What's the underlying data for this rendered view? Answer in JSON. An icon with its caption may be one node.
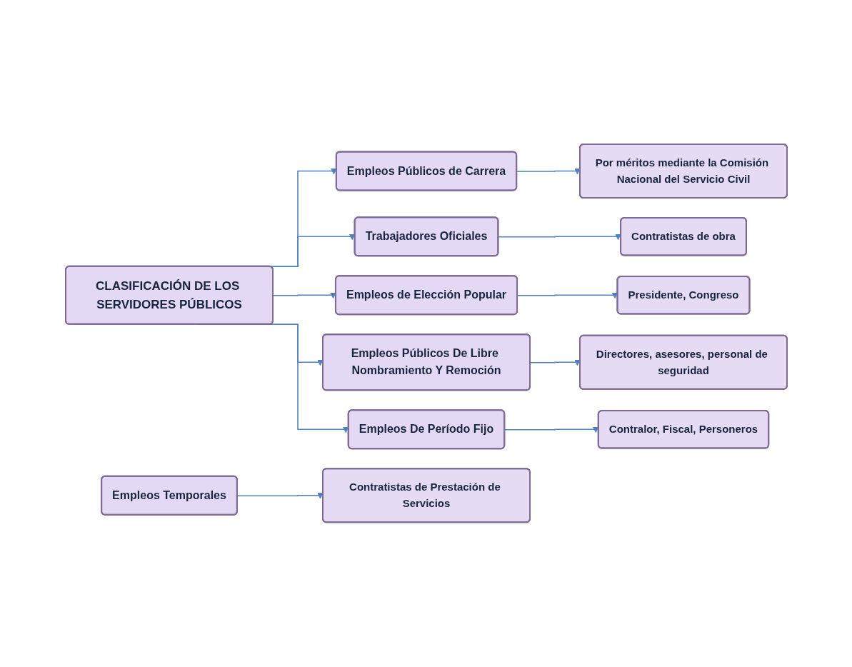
{
  "diagram": {
    "nodes": [
      {
        "text": [
          "CLASIFICACIÓN DE LOS SERVIDORES PÚBLICOS"
        ]
      },
      {
        "text": [
          "Empleos Públicos de Carrera"
        ]
      },
      {
        "text": [
          "Por méritos mediante la Comisión Nacional del Servicio Civil"
        ]
      },
      {
        "text": [
          "Trabajadores Oficiales"
        ]
      },
      {
        "text": [
          "Contratistas de obra"
        ]
      },
      {
        "text": [
          "Empleos de Elección Popular"
        ]
      },
      {
        "text": [
          "Presidente, Congreso"
        ]
      },
      {
        "text": [
          "Empleos Públicos De Libre Nombramiento Y Remoción"
        ]
      },
      {
        "text": [
          "Directores, asesores, personal de seguridad"
        ]
      },
      {
        "text": [
          "Empleos De Período Fijo"
        ]
      },
      {
        "text": [
          "Contralor, Fiscal, Personeros"
        ]
      },
      {
        "text": [
          "Empleos Temporales"
        ]
      },
      {
        "text": [
          "Contratistas de Prestación de Servicios"
        ]
      }
    ],
    "edges": [
      {
        "from": 0,
        "to": 1,
        "arrow": "to"
      },
      {
        "from": 0,
        "to": 3,
        "arrow": "to"
      },
      {
        "from": 0,
        "to": 5,
        "arrow": "to"
      },
      {
        "from": 0,
        "to": 7,
        "arrow": "to"
      },
      {
        "from": 0,
        "to": 9,
        "arrow": "to"
      },
      {
        "from": 1,
        "to": 2,
        "arrow": "to"
      },
      {
        "from": 3,
        "to": 4,
        "arrow": "to"
      },
      {
        "from": 5,
        "to": 6,
        "arrow": "to"
      },
      {
        "from": 7,
        "to": 8,
        "arrow": "to"
      },
      {
        "from": 9,
        "to": 10,
        "arrow": "to"
      },
      {
        "from": 11,
        "to": 12,
        "arrow": "to"
      }
    ]
  }
}
